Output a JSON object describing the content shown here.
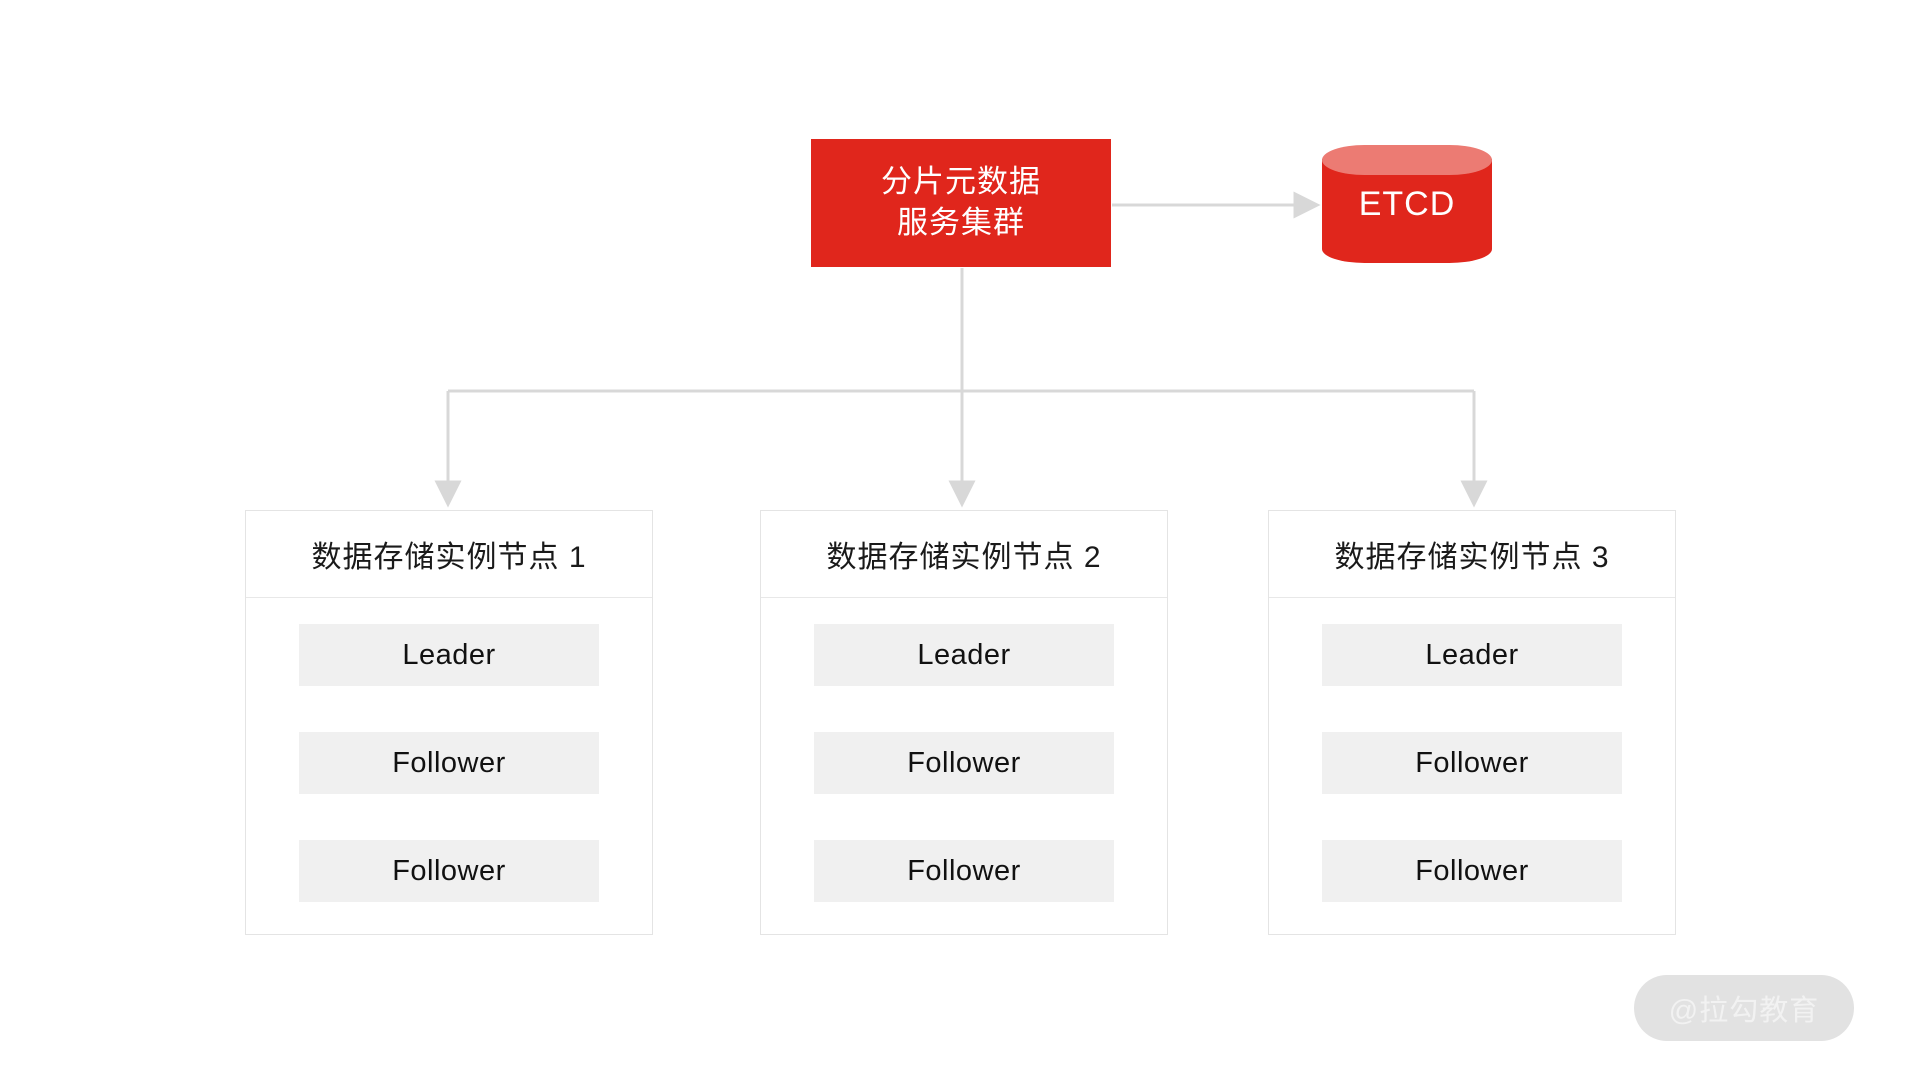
{
  "diagram": {
    "type": "tree",
    "background": "#ffffff",
    "colors": {
      "accent_red": "#E0261C",
      "cylinder_top": "#EC7B73",
      "connector": "#D8D8D8",
      "chip_bg": "#F0F0F0",
      "box_border": "#E4E4E4",
      "watermark_bg": "#E2E2E2",
      "watermark_text": "#F2F2F2"
    }
  },
  "meta_service": {
    "label_line1": "分片元数据",
    "label_line2": "服务集群"
  },
  "etcd": {
    "label": "ETCD"
  },
  "nodes": [
    {
      "title": "数据存储实例节点 1",
      "roles": [
        "Leader",
        "Follower",
        "Follower"
      ]
    },
    {
      "title": "数据存储实例节点 2",
      "roles": [
        "Leader",
        "Follower",
        "Follower"
      ]
    },
    {
      "title": "数据存储实例节点 3",
      "roles": [
        "Leader",
        "Follower",
        "Follower"
      ]
    }
  ],
  "watermark": {
    "text": "@拉勾教育"
  }
}
